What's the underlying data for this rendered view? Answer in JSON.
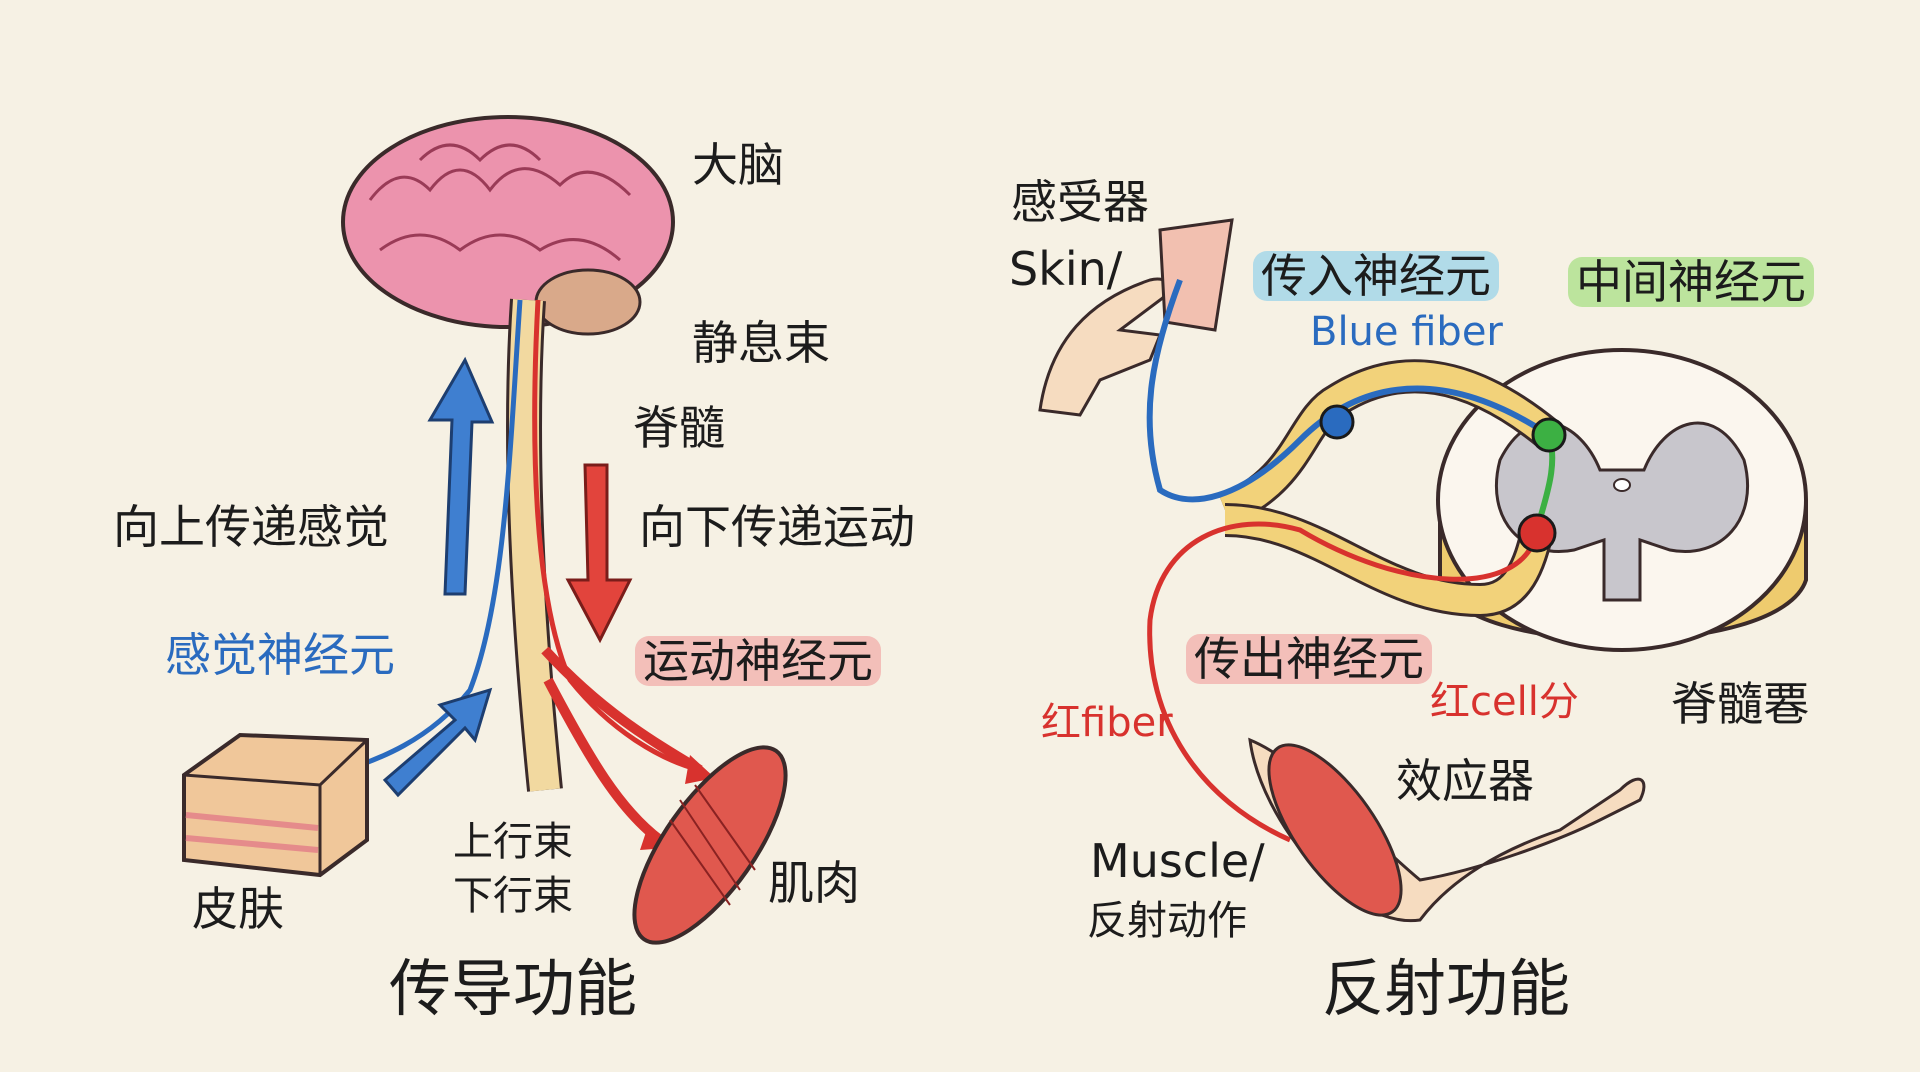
{
  "conduction": {
    "title": "传导功能",
    "brain": "大脑",
    "tract": "静息束",
    "spinal_cord": "脊髓",
    "ascending_label": "向上传递感觉",
    "descending_label": "向下传递运动",
    "sensory_neuron": "感觉神经元",
    "motor_neuron": "运动神经元",
    "ascending_tract": "上行束",
    "descending_tract": "下行束",
    "skin": "皮肤",
    "muscle": "肌肉"
  },
  "reflex": {
    "title": "反射功能",
    "receptor": "感受器",
    "skin": "Skin/",
    "afferent_neuron": "传入神经元",
    "interneuron": "中间神经元",
    "blue_fiber": "Blue fiber",
    "efferent_neuron": "传出神经元",
    "red_cell": "红cell分",
    "spinal_cord": "脊髓䙴",
    "red_fiber": "红fiber",
    "effector": "效应器",
    "muscle": "Muscle/",
    "reflex_action": "反射动作"
  },
  "colors": {
    "background": "#f6f1e4",
    "sensory": "#2a6bbf",
    "motor": "#d8322e",
    "interneuron": "#3cb043",
    "nerve": "#f2d27a",
    "brain": "#e98aa8"
  }
}
